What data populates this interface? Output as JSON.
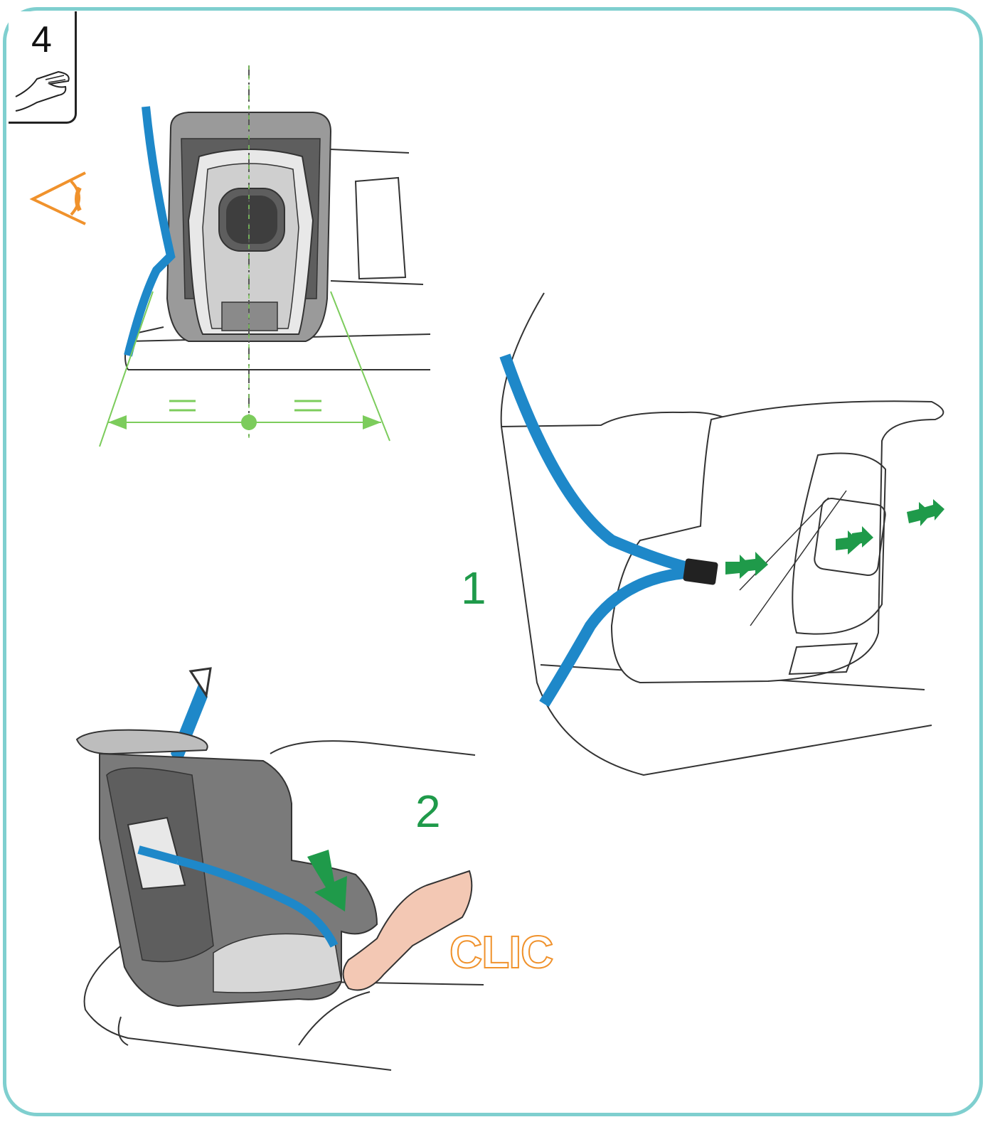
{
  "step": {
    "number": "4"
  },
  "labels": {
    "one": "1",
    "two": "2",
    "click_word": "CLIC"
  },
  "icons": [
    "hand-icon",
    "eye-icon",
    "arrow-icon"
  ],
  "colors": {
    "frame": "#7fcfcf",
    "belt": "#1e88c9",
    "accent_green": "#1f9a4a",
    "guide_green": "#7ccc5c",
    "click_orange": "#f0922c",
    "seat_gray": "#6e6e6e",
    "seat_light": "#d7d7d7"
  }
}
